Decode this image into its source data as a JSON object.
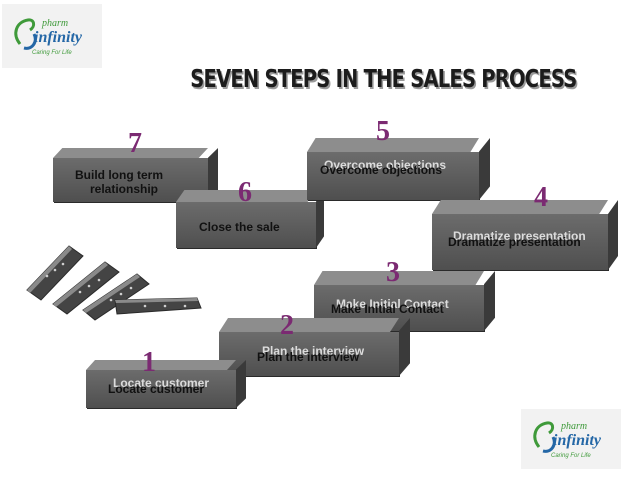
{
  "logo": {
    "brand_small": "pharm",
    "brand_main": "infinity",
    "tagline": "Caring For Life"
  },
  "title": "SEVEN STEPS IN THE SALES PROCESS",
  "steps": [
    {
      "number": "1",
      "label": "Locate customer",
      "ghost": "Locate customer"
    },
    {
      "number": "2",
      "label": "Plan the interview",
      "ghost": "Plan the interview"
    },
    {
      "number": "3",
      "label": "Make Initial Contact",
      "ghost": "Make Initial Contact"
    },
    {
      "number": "4",
      "label": "Dramatize presentation",
      "ghost": "Dramatize presentation"
    },
    {
      "number": "5",
      "label": "Overcome objections",
      "ghost": "Overcome objections"
    },
    {
      "number": "6",
      "label": "Close the sale"
    },
    {
      "number": "7",
      "label_line1": "Build long term",
      "label_line2": "relationship"
    }
  ],
  "colors": {
    "block_front": "#5e5e5e",
    "block_top": "#8d8d8d",
    "block_side": "#3a3a3a",
    "number": "#7b2a72",
    "logo_green": "#3f9a3a",
    "logo_blue": "#2467a6"
  }
}
